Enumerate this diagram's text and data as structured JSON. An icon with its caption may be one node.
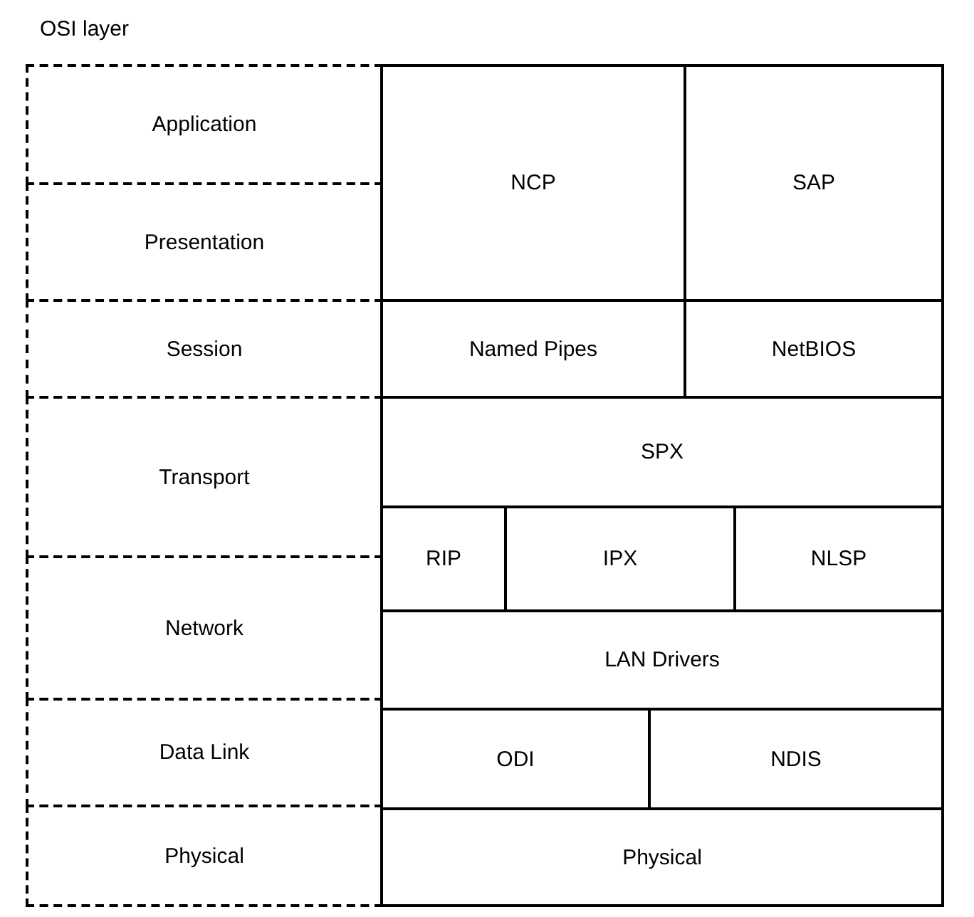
{
  "diagram": {
    "nodes": [
      {
        "text": [
          "Application"
        ]
      },
      {
        "text": [
          "NCP"
        ]
      },
      {
        "text": [
          "SAP"
        ]
      },
      {
        "text": [
          "Presentation"
        ]
      },
      {
        "text": [
          "Session"
        ]
      },
      {
        "text": [
          "Named Pipes"
        ]
      },
      {
        "text": [
          "NetBIOS"
        ]
      },
      {
        "text": [
          "Transport"
        ]
      },
      {
        "text": [
          "SPX"
        ]
      },
      {
        "text": [
          "RIP"
        ]
      },
      {
        "text": [
          "IPX"
        ]
      },
      {
        "text": [
          "NLSP"
        ]
      },
      {
        "text": [
          "Network"
        ]
      },
      {
        "text": [
          "LAN Drivers"
        ]
      },
      {
        "text": [
          "Data Link"
        ]
      },
      {
        "text": [
          "ODI"
        ]
      },
      {
        "text": [
          "NDIS"
        ]
      },
      {
        "text": [
          "Physical"
        ]
      },
      {
        "text": [
          "Physical"
        ]
      }
    ],
    "labels": [
      "OSI layer"
    ]
  }
}
